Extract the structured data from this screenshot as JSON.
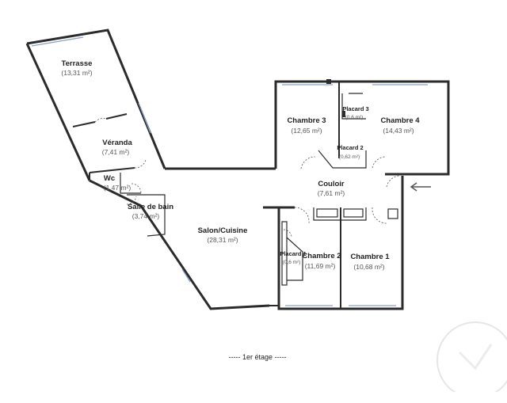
{
  "rooms": {
    "terrasse": {
      "name": "Terrasse",
      "area": "(13,31 m²)"
    },
    "veranda": {
      "name": "Véranda",
      "area": "(7,41 m²)"
    },
    "wc": {
      "name": "Wc",
      "area": "(1,47 m²)"
    },
    "salle_de_bain": {
      "name": "Salle de bain",
      "area": "(3,74 m²)"
    },
    "salon_cuisine": {
      "name": "Salon/Cuisine",
      "area": "(28,31 m²)"
    },
    "chambre3": {
      "name": "Chambre 3",
      "area": "(12,65 m²)"
    },
    "placard3": {
      "name": "Placard 3",
      "area": "(0,6 m²)"
    },
    "chambre4": {
      "name": "Chambre 4",
      "area": "(14,43 m²)"
    },
    "placard2": {
      "name": "Placard 2",
      "area": "(0,62 m²)"
    },
    "couloir": {
      "name": "Couloir",
      "area": "(7,61 m²)"
    },
    "placard1": {
      "name": "Placard 1",
      "area": "(0,6 m²)"
    },
    "chambre2": {
      "name": "Chambre 2",
      "area": "(11,69 m²)"
    },
    "chambre1": {
      "name": "Chambre 1",
      "area": "(10,68 m²)"
    }
  },
  "floor_label": "----- 1er étage -----",
  "icons": {
    "entrance": "entrance-arrow-icon"
  }
}
